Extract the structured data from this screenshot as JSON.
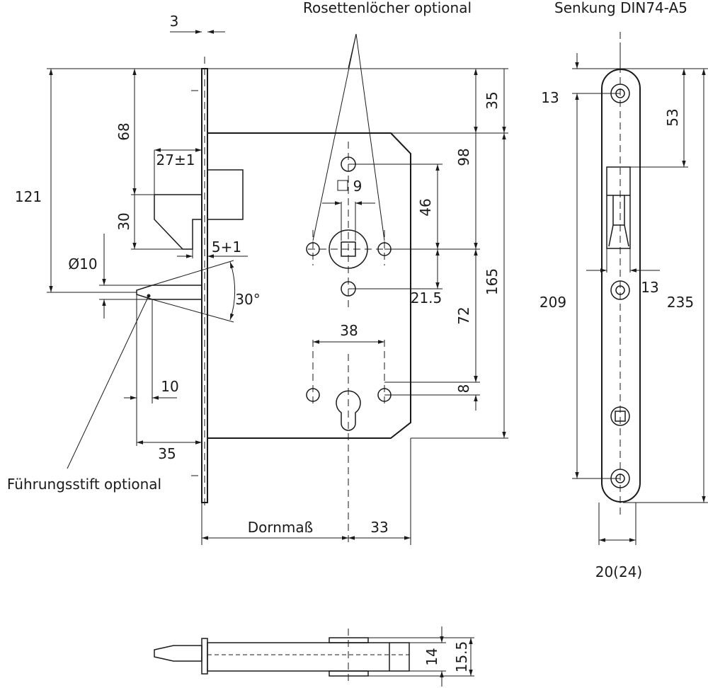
{
  "labels": {
    "rosette": "Rosettenlöcher optional",
    "countersink": "Senkung DIN74-A5",
    "guide_pin": "Führungsstift optional",
    "backset": "Dornmaß"
  },
  "dimensions": {
    "faceplate_thickness": "3",
    "d35_top": "35",
    "d68": "68",
    "d27": "27±1",
    "d121": "121",
    "d30": "30",
    "d5": "5+1",
    "dia10": "Ø10",
    "angle": "30°",
    "d10": "10",
    "d35_left": "35",
    "d9": "9",
    "d46": "46",
    "d98": "98",
    "d21_5": "21.5",
    "d165": "165",
    "d72": "72",
    "d38": "38",
    "d8": "8",
    "d33": "33",
    "r13_top": "13",
    "r53": "53",
    "r13_mid": "13",
    "r209": "209",
    "r235": "235",
    "r20_24": "20(24)",
    "b14": "14",
    "b15_5": "15.5"
  }
}
